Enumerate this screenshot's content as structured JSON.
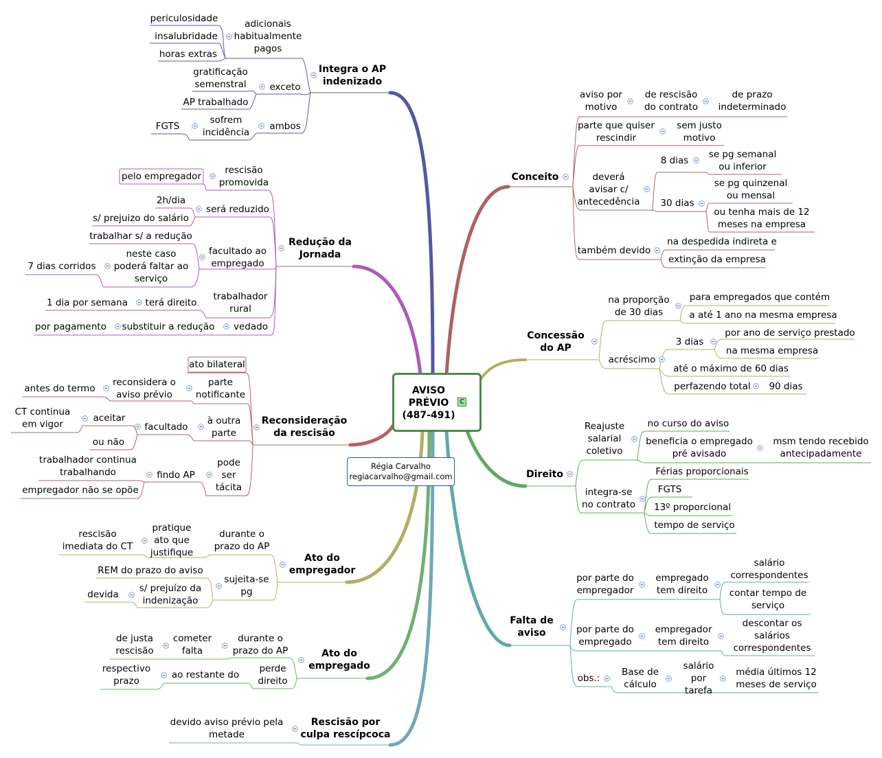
{
  "central": {
    "title": "AVISO\nPRÉVIO\n(487-491)",
    "badge": "C"
  },
  "author": {
    "name": "Régia Carvalho",
    "email": "regiacarvalho@gmail.com"
  },
  "nodes": {
    "integra": "Integra o AP\nindenizado",
    "integra_adicionais": "adicionais\nhabitualmente\npagos",
    "integra_periculosidade": "periculosidade",
    "integra_insalubridade": "insalubridade",
    "integra_horas": "horas extras",
    "integra_exceto": "exceto",
    "integra_gratificacao": "gratificação\nsemenstral",
    "integra_ap_trabalhado": "AP trabalhado",
    "integra_ambos": "ambos",
    "integra_sofrem": "sofrem\nincidência",
    "integra_fgts": "FGTS",
    "reducao": "Redução da\nJornada",
    "reducao_rescisao": "rescisão\npromovida",
    "reducao_pelo_empregador": "pelo empregador",
    "reducao_sera_reduzido": "será reduzido",
    "reducao_2h": "2h/dia",
    "reducao_sem_prejuizo": "s/ prejuizo do salário",
    "reducao_facultado": "facultado ao\nempregado",
    "reducao_trabalhar": "trabalhar s/ a redução",
    "reducao_neste_caso": "neste caso\npoderá faltar ao\nserviço",
    "reducao_7dias": "7 dias corridos",
    "reducao_rural": "trabalhador\nrural",
    "reducao_tera_direito": "terá direito",
    "reducao_1dia": "1 dia por semana",
    "reducao_vedado": "vedado",
    "reducao_substituir": "substituir a redução",
    "reducao_por_pagamento": "por pagamento",
    "reconsideracao": "Reconsideração\nda rescisão",
    "reconsideracao_ato_bilateral": "ato bilateral",
    "reconsideracao_parte": "parte\nnotificante",
    "reconsideracao_reconsidera": "reconsidera o\naviso prévio",
    "reconsideracao_antes": "antes do termo",
    "reconsideracao_outra": "à outra\nparte",
    "reconsideracao_facultado": "facultado",
    "reconsideracao_aceitar": "aceitar",
    "reconsideracao_ct": "CT continua\nem vigor",
    "reconsideracao_ou_nao": "ou não",
    "reconsideracao_tacita": "pode\nser\ntácita",
    "reconsideracao_findo": "findo AP",
    "reconsideracao_continua": "trabalhador continua\ntrabalhando",
    "reconsideracao_nao_opoe": "empregador não se opõe",
    "ato_empregador": "Ato do\nempregador",
    "ato_empregador_durante": "durante o\nprazo do AP",
    "ato_empregador_pratique": "pratique\nato que\njustifique",
    "ato_empregador_imediata": "rescisão\nimediata do CT",
    "ato_empregador_sujeita": "sujeita-se\npg",
    "ato_empregador_rem": "REM do prazo do aviso",
    "ato_empregador_sem_prejuizo": "s/ prejuízo da\nindenização",
    "ato_empregador_devida": "devida",
    "ato_empregado": "Ato do\nempregado",
    "ato_empregado_durante": "durante o\nprazo do AP",
    "ato_empregado_cometer": "cometer\nfalta",
    "ato_empregado_justa": "de justa\nrescisão",
    "ato_empregado_perde": "perde\ndireito",
    "ato_empregado_restante": "ao restante do",
    "ato_empregado_respectivo": "respectivo\nprazo",
    "culpa": "Rescisão por\nculpa rescípcoca",
    "culpa_metade": "devido aviso prévio pela\nmetade",
    "conceito": "Conceito",
    "conceito_aviso_motivo": "aviso por\nmotivo",
    "conceito_rescisao": "de rescisão\ndo contrato",
    "conceito_prazo": "de prazo\nindeterminado",
    "conceito_parte_quiser": "parte que quiser\nrescindir",
    "conceito_sem_justo": "sem justo\nmotivo",
    "conceito_devera": "deverá\navisar c/\nantecedência",
    "conceito_8dias": "8 dias",
    "conceito_semanal": "se pg semanal\nou inferior",
    "conceito_30dias": "30 dias",
    "conceito_quinzenal": "se pg quinzenal\nou mensal",
    "conceito_12meses": "ou tenha mais de 12\nmeses na empresa",
    "conceito_tambem": "também devido",
    "conceito_despedida": "na despedida indireta e",
    "conceito_extincao": "extinção da empresa",
    "concessao": "Concessão\ndo AP",
    "concessao_proporcao": "na proporção\nde 30 dias",
    "concessao_empregados": "para empregados que contém",
    "concessao_ate1ano": "a até 1 ano na mesma empresa",
    "concessao_acrescimo": "acréscimo",
    "concessao_3dias": "3 dias",
    "concessao_por_ano": "por ano de serviço prestado",
    "concessao_mesma": "na mesma empresa",
    "concessao_maximo": "até o máximo de 60 dias",
    "concessao_perfazendo": "perfazendo total",
    "concessao_90dias": "90 dias",
    "direito": "Direito",
    "direito_reajuste": "Reajuste\nsalarial\ncoletivo",
    "direito_curso": "no curso do aviso",
    "direito_beneficia": "beneficia o empregado\npré avisado",
    "direito_msm": "msm tendo recebido\nantecipadamente",
    "direito_integra": "integra-se\nno contrato",
    "direito_ferias": "Férias proporcionais",
    "direito_fgts": "FGTS",
    "direito_13": "13º proporcional",
    "direito_tempo": "tempo de serviço",
    "falta": "Falta de\naviso",
    "falta_por_empregador": "por parte do\nempregador",
    "falta_empregado_direito": "empregado\ntem direito",
    "falta_salario_corr": "salário\ncorrespondentes",
    "falta_contar": "contar tempo de\nserviço",
    "falta_por_empregado": "por parte do\nempregado",
    "falta_empregador_direito": "empregador\ntem direito",
    "falta_descontar": "descontar os\nsalários\ncorrespondentes",
    "falta_obs": "obs.:",
    "falta_base": "Base de\ncálculo",
    "falta_tarefa": "salário\npor\ntarefa",
    "falta_media": "média últimos 12\nmeses de serviço"
  },
  "colors": {
    "integra": "#5a5aa8",
    "reducao": "#b058b8",
    "reconsideracao": "#b86060",
    "ato_empregador": "#b0b060",
    "ato_empregado": "#70b070",
    "culpa": "#70a8b8",
    "conceito": "#b06060",
    "concessao": "#b0b060",
    "direito": "#60a860",
    "falta": "#60a8b0",
    "central_border": "#4c8a4c"
  }
}
